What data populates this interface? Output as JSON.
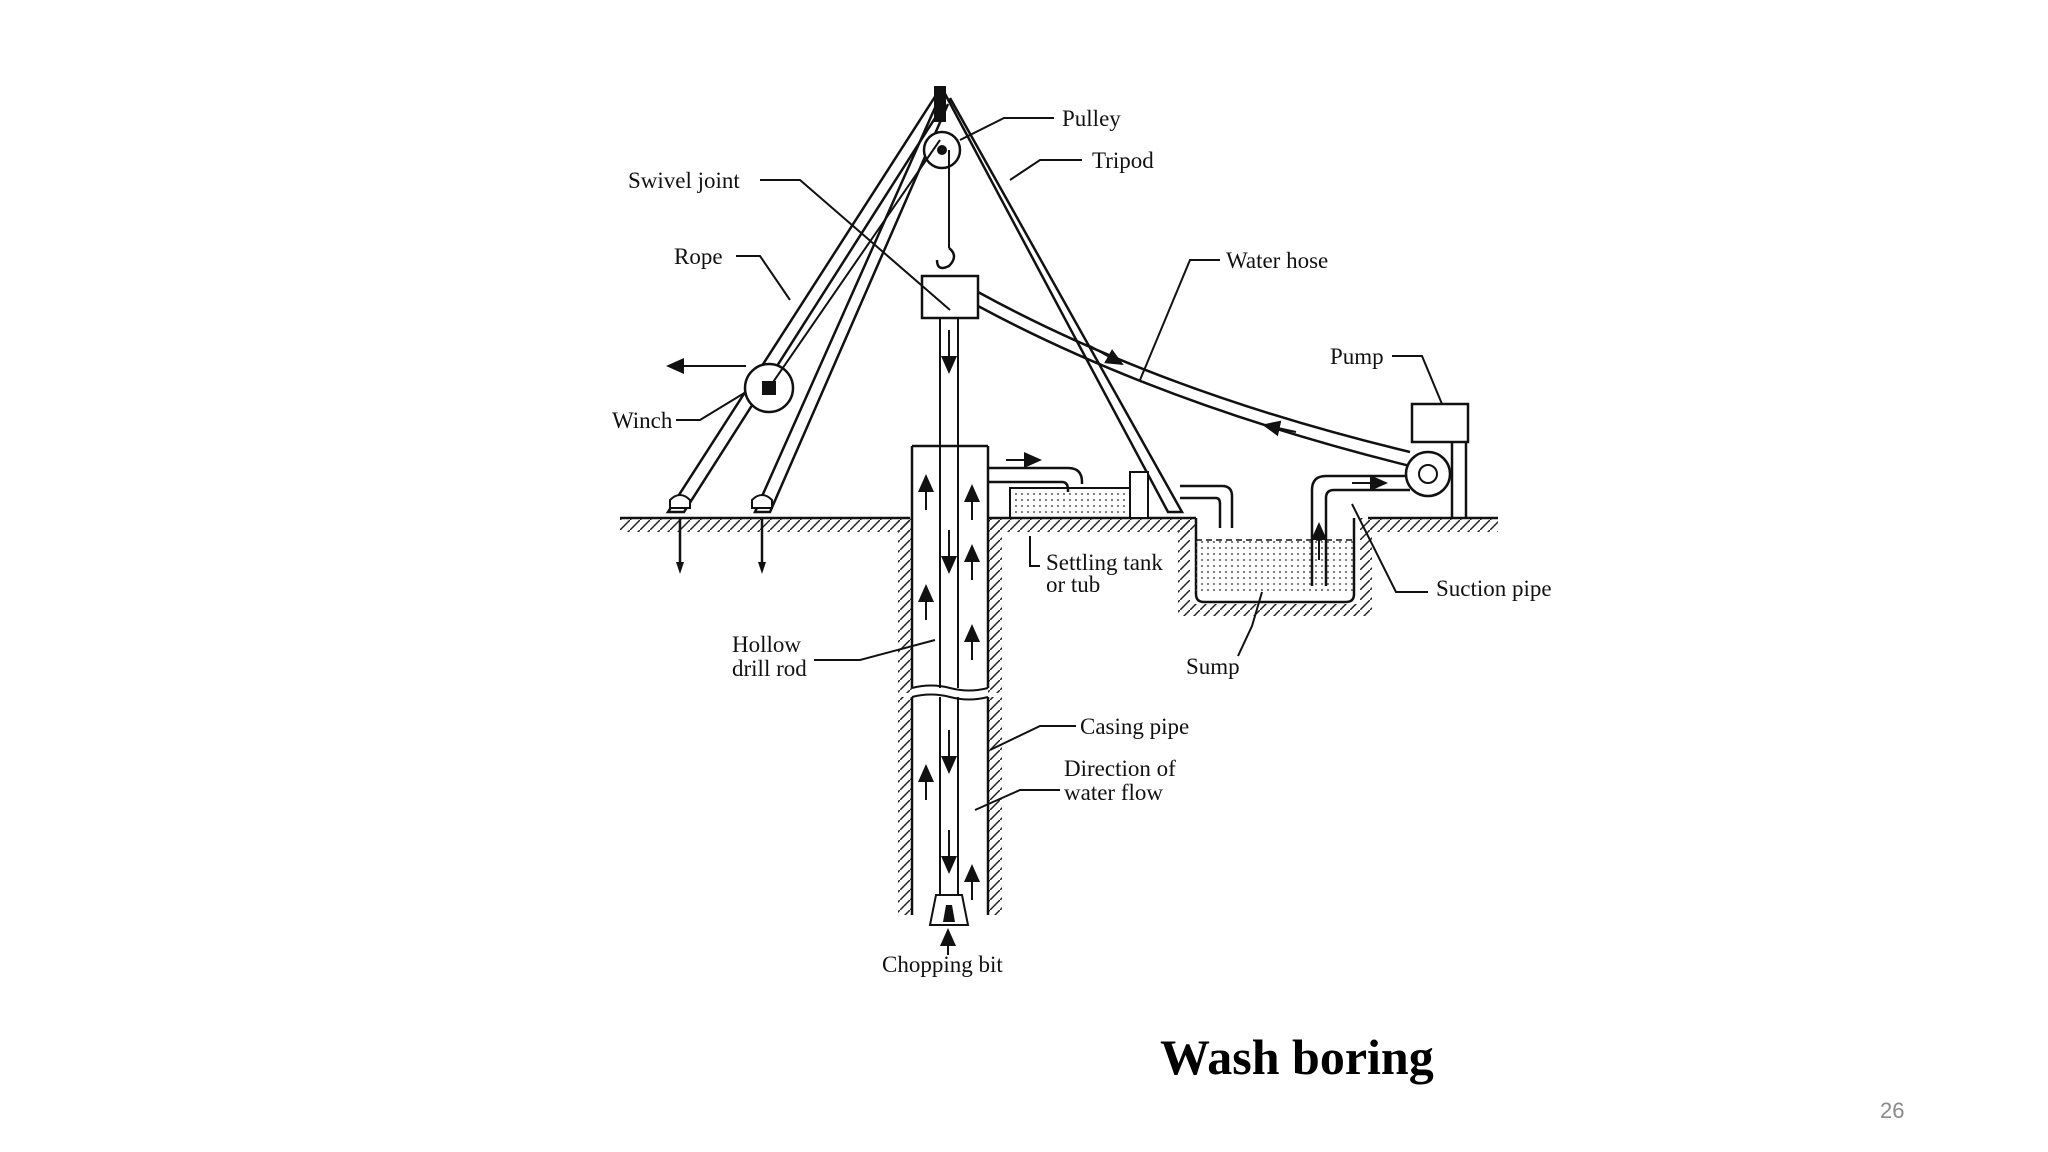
{
  "slide": {
    "title": "Wash boring",
    "page_number": "26"
  },
  "diagram": {
    "labels": {
      "pulley": "Pulley",
      "tripod": "Tripod",
      "swivel_joint": "Swivel joint",
      "rope": "Rope",
      "water_hose": "Water hose",
      "pump": "Pump",
      "winch": "Winch",
      "settling_tank_line1": "Settling tank",
      "settling_tank_line2": "or tub",
      "suction_pipe": "Suction pipe",
      "hollow_drill_rod_line1": "Hollow",
      "hollow_drill_rod_line2": "drill rod",
      "sump": "Sump",
      "casing_pipe": "Casing pipe",
      "direction_line1": "Direction of",
      "direction_line2": "water flow",
      "chopping_bit": "Chopping bit"
    }
  }
}
